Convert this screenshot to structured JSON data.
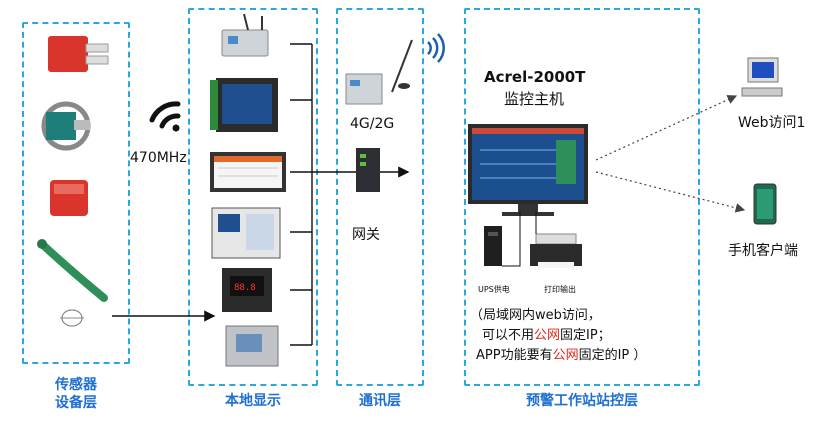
{
  "layers": {
    "sensor": [
      "传感器",
      "设备层"
    ],
    "local_display": "本地显示",
    "communication": "通讯层",
    "monitoring": "预警工作站站控层"
  },
  "wireless_label": "470MHz",
  "comm_label": "4G/2G",
  "gateway_label": "网关",
  "host": {
    "line1": "Acrel-2000T",
    "line2": "监控主机"
  },
  "ups_label": "UPS供电",
  "printer_label": "打印输出",
  "web_access_label": "Web访问1",
  "mobile_label": "手机客户端",
  "note": {
    "line1_a": "（局域网内",
    "line1_b": "web",
    "line1_c": "访问，",
    "line2_a": "可以不用",
    "line2_b": "公网",
    "line2_c": "固定IP；",
    "line3_a": "APP功能要有",
    "line3_b": "公网",
    "line3_c": "固定的IP ）"
  },
  "colors": {
    "frame": "#2ba6e0",
    "layer_text": "#1f6fd0",
    "highlight": "#e0261b"
  }
}
